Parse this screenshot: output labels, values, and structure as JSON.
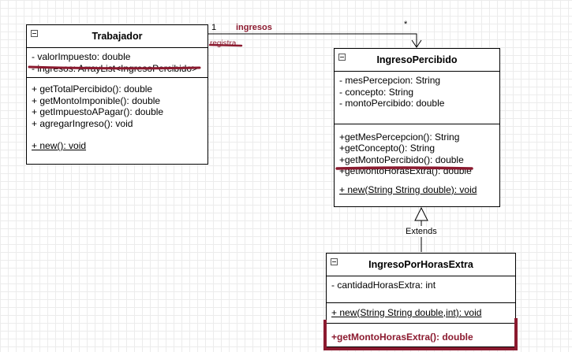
{
  "association": {
    "source_multiplicity": "1",
    "role_name": "ingresos",
    "target_multiplicity": "*",
    "stereotype_label": "registra"
  },
  "trabajador": {
    "name": "Trabajador",
    "attributes": [
      "- valorImpuesto: double",
      "- ingresos: ArrayList<IngresoPercibido>"
    ],
    "methods": [
      "+ getTotalPercibido(): double",
      "+ getMontoImponible(): double",
      "+ getImpuestoAPagar(): double",
      "+ agregarIngreso(): void"
    ],
    "constructor": "+ new(): void"
  },
  "ingreso_percibido": {
    "name": "IngresoPercibido",
    "attributes": [
      "- mesPercepcion: String",
      "- concepto: String",
      "- montoPercibido: double"
    ],
    "methods": [
      "+getMesPercepcion(): String",
      "+getConcepto(): String",
      "+getMontoPercibido(): double",
      "+getMontoHorasExtra(): double"
    ],
    "constructor": "+ new(String String double): void"
  },
  "generalization": {
    "label": "Extends"
  },
  "ingreso_por_horas_extra": {
    "name": "IngresoPorHorasExtra",
    "attributes": [
      "- cantidadHorasExtra: int"
    ],
    "constructor": "+ new(String String double,int): void",
    "added_method": "+getMontoHorasExtra(): double"
  },
  "annotation_color": "#8b1a2f"
}
